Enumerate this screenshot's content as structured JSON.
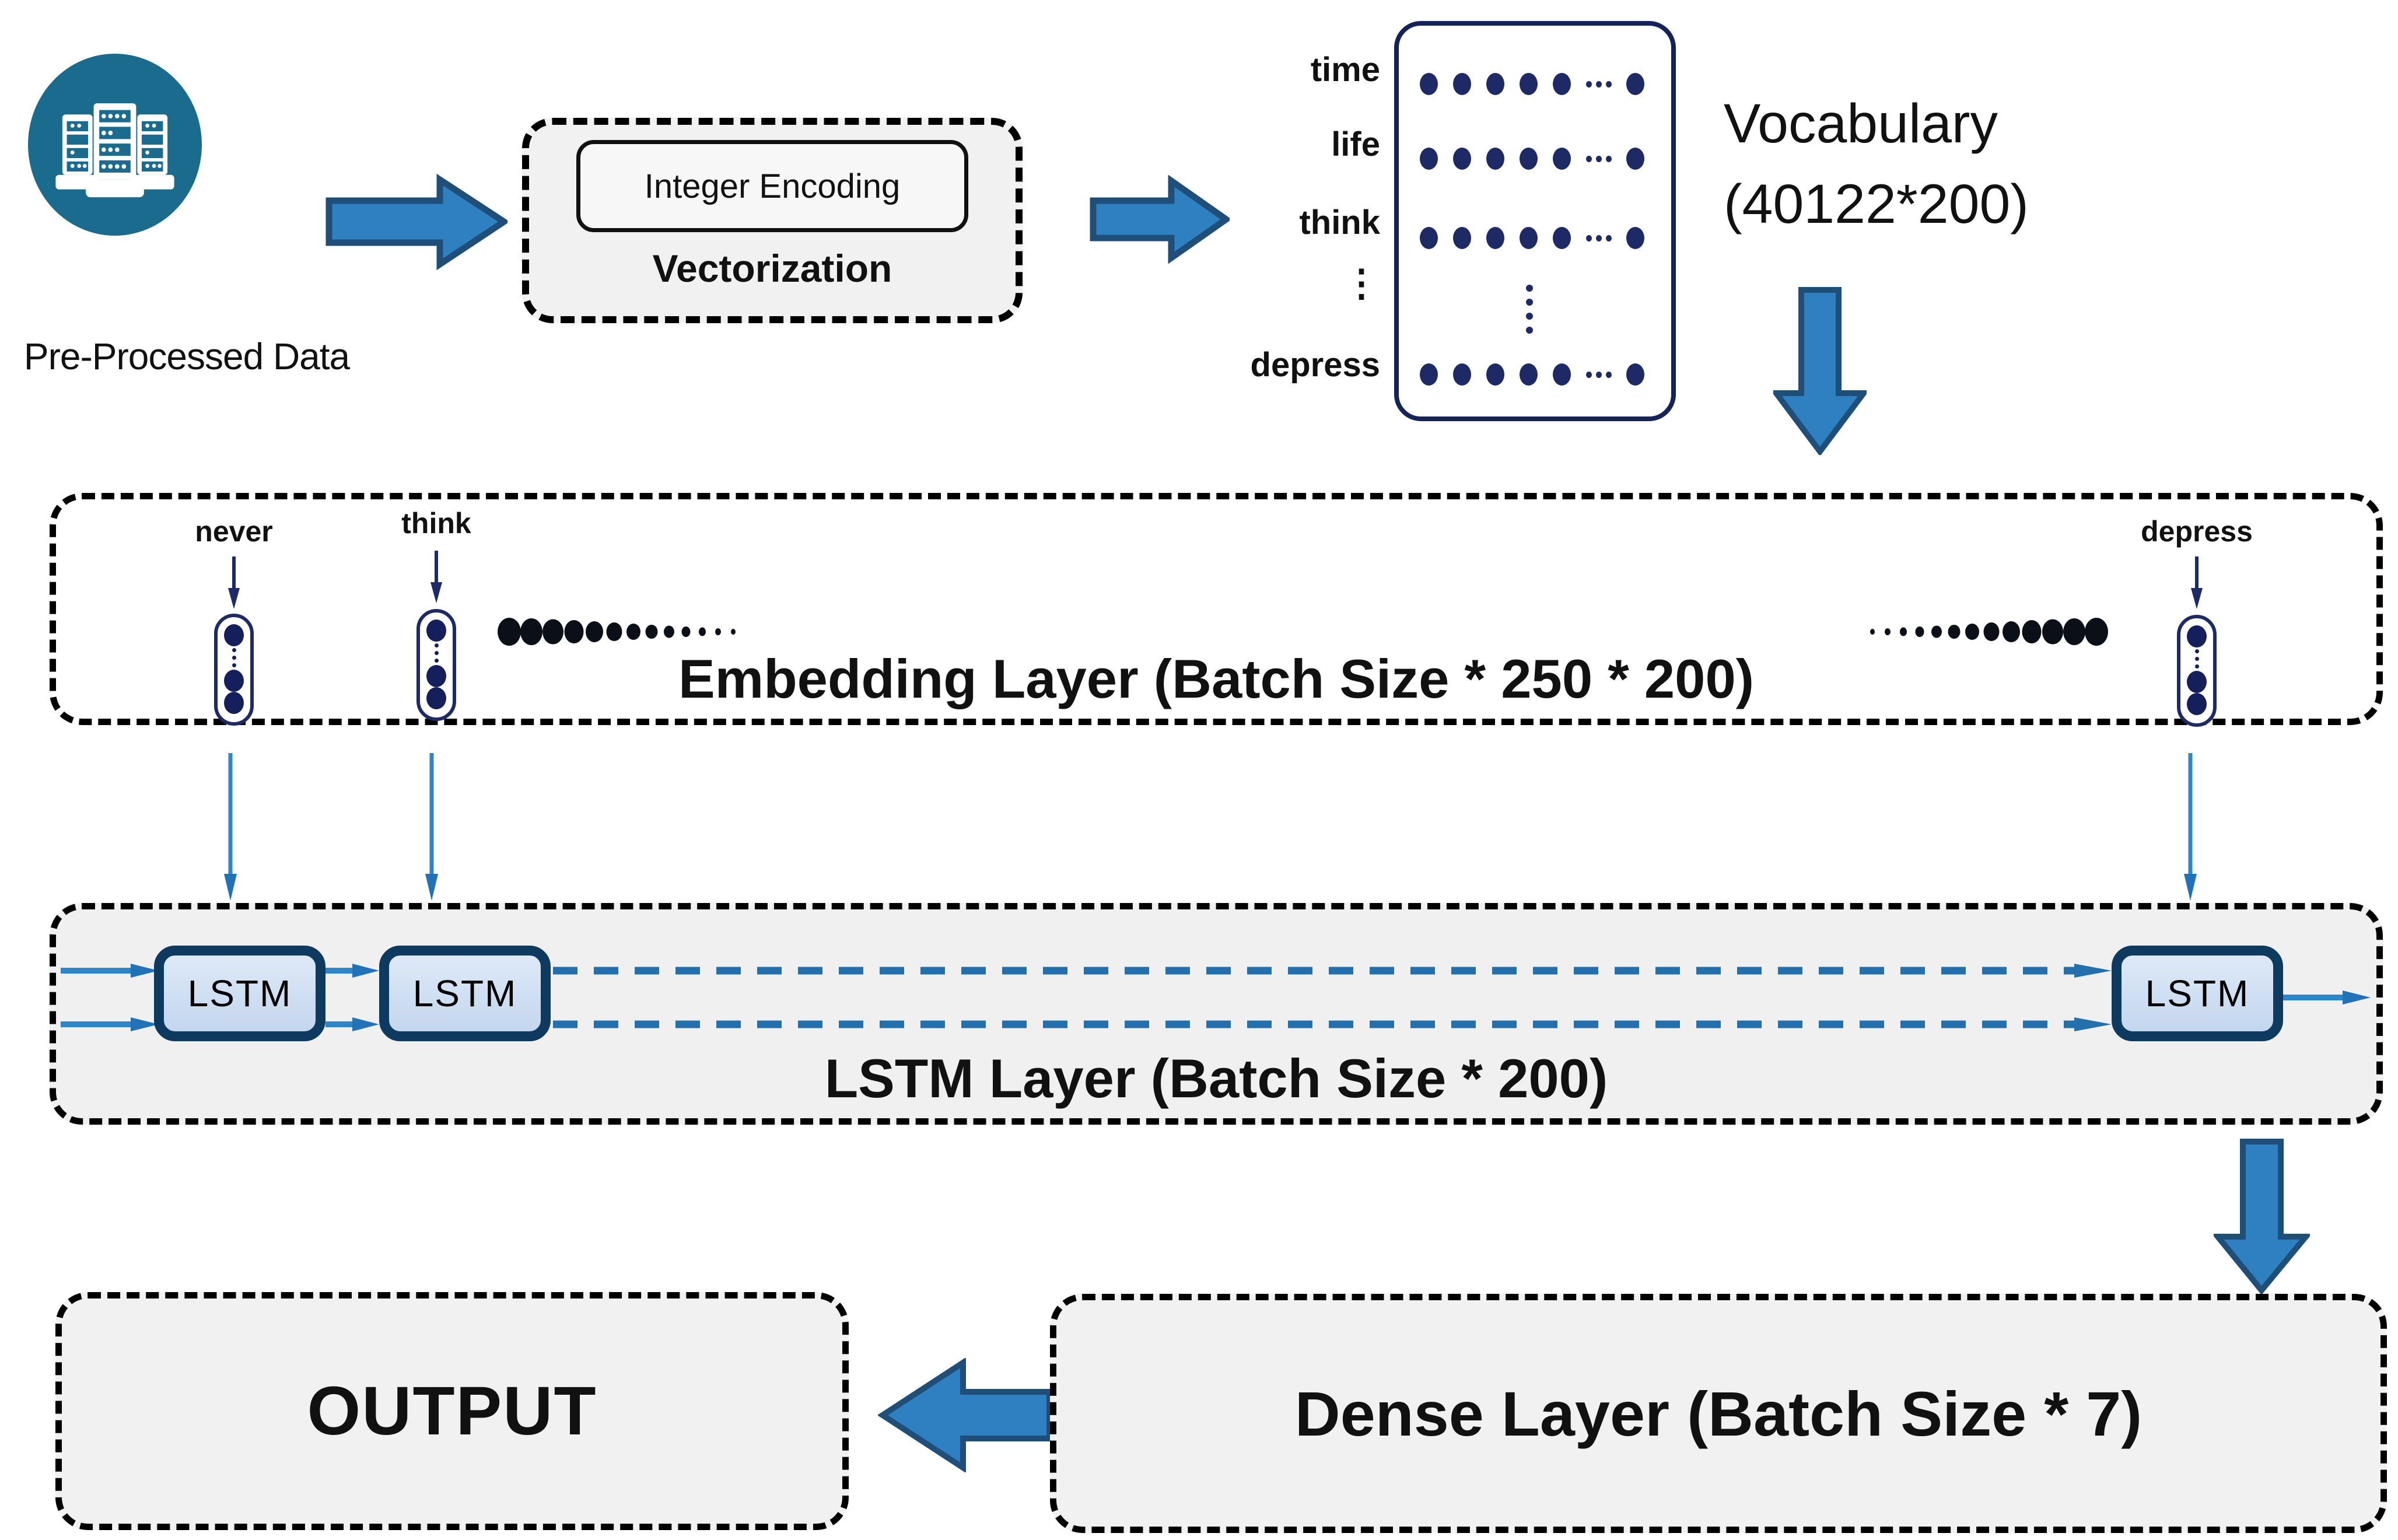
{
  "preprocessed": {
    "label": "Pre-Processed Data"
  },
  "vectorization": {
    "integer_encoding": "Integer Encoding",
    "title": "Vectorization"
  },
  "vocabulary": {
    "row_labels": [
      "time",
      "life",
      "think",
      "⋮",
      "depress"
    ],
    "caption_line1": "Vocabulary",
    "caption_line2": "(40122*200)"
  },
  "embedding": {
    "word_never": "never",
    "word_think": "think",
    "word_depress": "depress",
    "caption": "Embedding Layer  (Batch Size * 250 * 200)"
  },
  "lstm": {
    "cell_label": "LSTM",
    "caption": "LSTM Layer  (Batch Size * 200)"
  },
  "dense": {
    "caption": "Dense Layer  (Batch Size * 7)"
  },
  "output": {
    "caption": "OUTPUT"
  },
  "colors": {
    "accent_blue": "#2E80C0",
    "arrow_border_navy": "#1F4E79",
    "dot_navy": "#1E2A66",
    "teal_circle": "#1B6B8E",
    "lstm_cell_fill": "#CCDCF0",
    "lstm_cell_border": "#0F3A5F",
    "layer_box_gray": "#F1F1F1"
  }
}
